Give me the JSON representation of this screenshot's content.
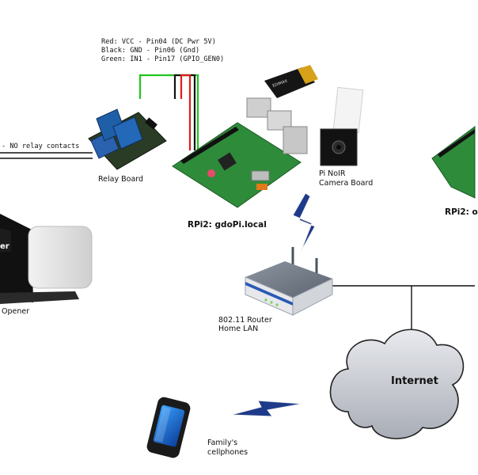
{
  "wiring_notes": [
    "Red:   VCC - Pin04 (DC Pwr 5V)",
    "Black: GND - Pin06 (Gnd)",
    "Green: IN1 - Pin17 (GPIO_GEN0)"
  ],
  "labels": {
    "relay_contacts": "- NO relay contacts",
    "relay_board": "Relay Board",
    "opener": "Opener",
    "rpi_main": "RPi2: gdoPi.local",
    "rpi_other": "RPi2: o",
    "camera_line1": "Pi NoIR",
    "camera_line2": "Camera Board",
    "router_line1": "802.11 Router",
    "router_line2": "Home LAN",
    "internet": "Internet",
    "phones_line1": "Family's",
    "phones_line2": "cellphones"
  },
  "icons": {
    "wifi_dongle": "edimax-usb-wifi-adapter-icon",
    "camera": "camera-board-icon",
    "router": "wireless-router-icon",
    "phone": "smartphone-icon",
    "cloud": "internet-cloud-icon"
  },
  "colors": {
    "wire_red": "#e11b1b",
    "wire_black": "#111111",
    "wire_green": "#22c41e",
    "pcb_green": "#2e8b3a",
    "relay_blue": "#1f5fa8",
    "lightning": "#1e3a8a"
  }
}
